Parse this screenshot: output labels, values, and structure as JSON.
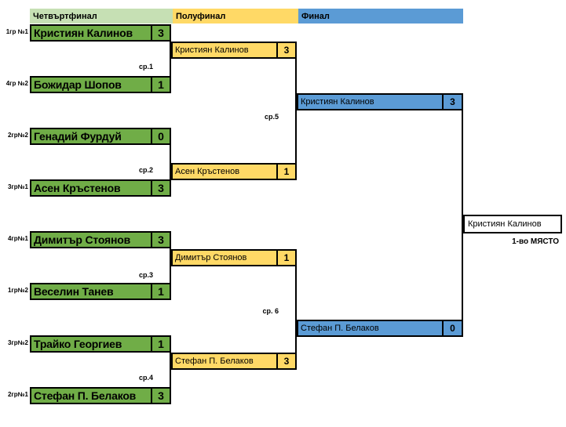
{
  "header": {
    "rounds": [
      {
        "label": "Четвъртфинал",
        "color": "#c6e0b4"
      },
      {
        "label": "Полуфинал",
        "color": "#ffd966"
      },
      {
        "label": "Финал",
        "color": "#5b9bd5"
      }
    ]
  },
  "colors": {
    "quarterfinal_box": "#70ad47",
    "semifinal_box": "#ffd966",
    "final_box": "#5b9bd5",
    "border": "#000000",
    "background": "#ffffff"
  },
  "quarterfinals": [
    {
      "match_label": "ср.1",
      "top": {
        "seed": "1гр №1",
        "name": "Кристиян Калинов",
        "score": "3"
      },
      "bottom": {
        "seed": "4гр №2",
        "name": "Божидар Шопов",
        "score": "1"
      }
    },
    {
      "match_label": "ср.2",
      "top": {
        "seed": "2гр№2",
        "name": "Генадий Фурдуй",
        "score": "0"
      },
      "bottom": {
        "seed": "3гр№1",
        "name": "Асен Кръстенов",
        "score": "3"
      }
    },
    {
      "match_label": "ср.3",
      "top": {
        "seed": "4гр№1",
        "name": "Димитър Стоянов",
        "score": "3"
      },
      "bottom": {
        "seed": "1гр№2",
        "name": "Веселин Танев",
        "score": "1"
      }
    },
    {
      "match_label": "ср.4",
      "top": {
        "seed": "3гр№2",
        "name": "Трайко Георгиев",
        "score": "1"
      },
      "bottom": {
        "seed": "2гр№1",
        "name": "Стефан П. Белаков",
        "score": "3"
      }
    }
  ],
  "semifinals": [
    {
      "match_label": "ср.5",
      "top": {
        "name": "Кристиян Калинов",
        "score": "3"
      },
      "bottom": {
        "name": "Асен Кръстенов",
        "score": "1"
      }
    },
    {
      "match_label": "ср. 6",
      "top": {
        "name": "Димитър Стоянов",
        "score": "1"
      },
      "bottom": {
        "name": "Стефан П. Белаков",
        "score": "3"
      }
    }
  ],
  "final": {
    "top": {
      "name": "Кристиян Калинов",
      "score": "3"
    },
    "bottom": {
      "name": "Стефан П. Белаков",
      "score": "0"
    }
  },
  "winner": {
    "name": "Кристиян Калинов",
    "place_label": "1-во МЯСТО"
  }
}
